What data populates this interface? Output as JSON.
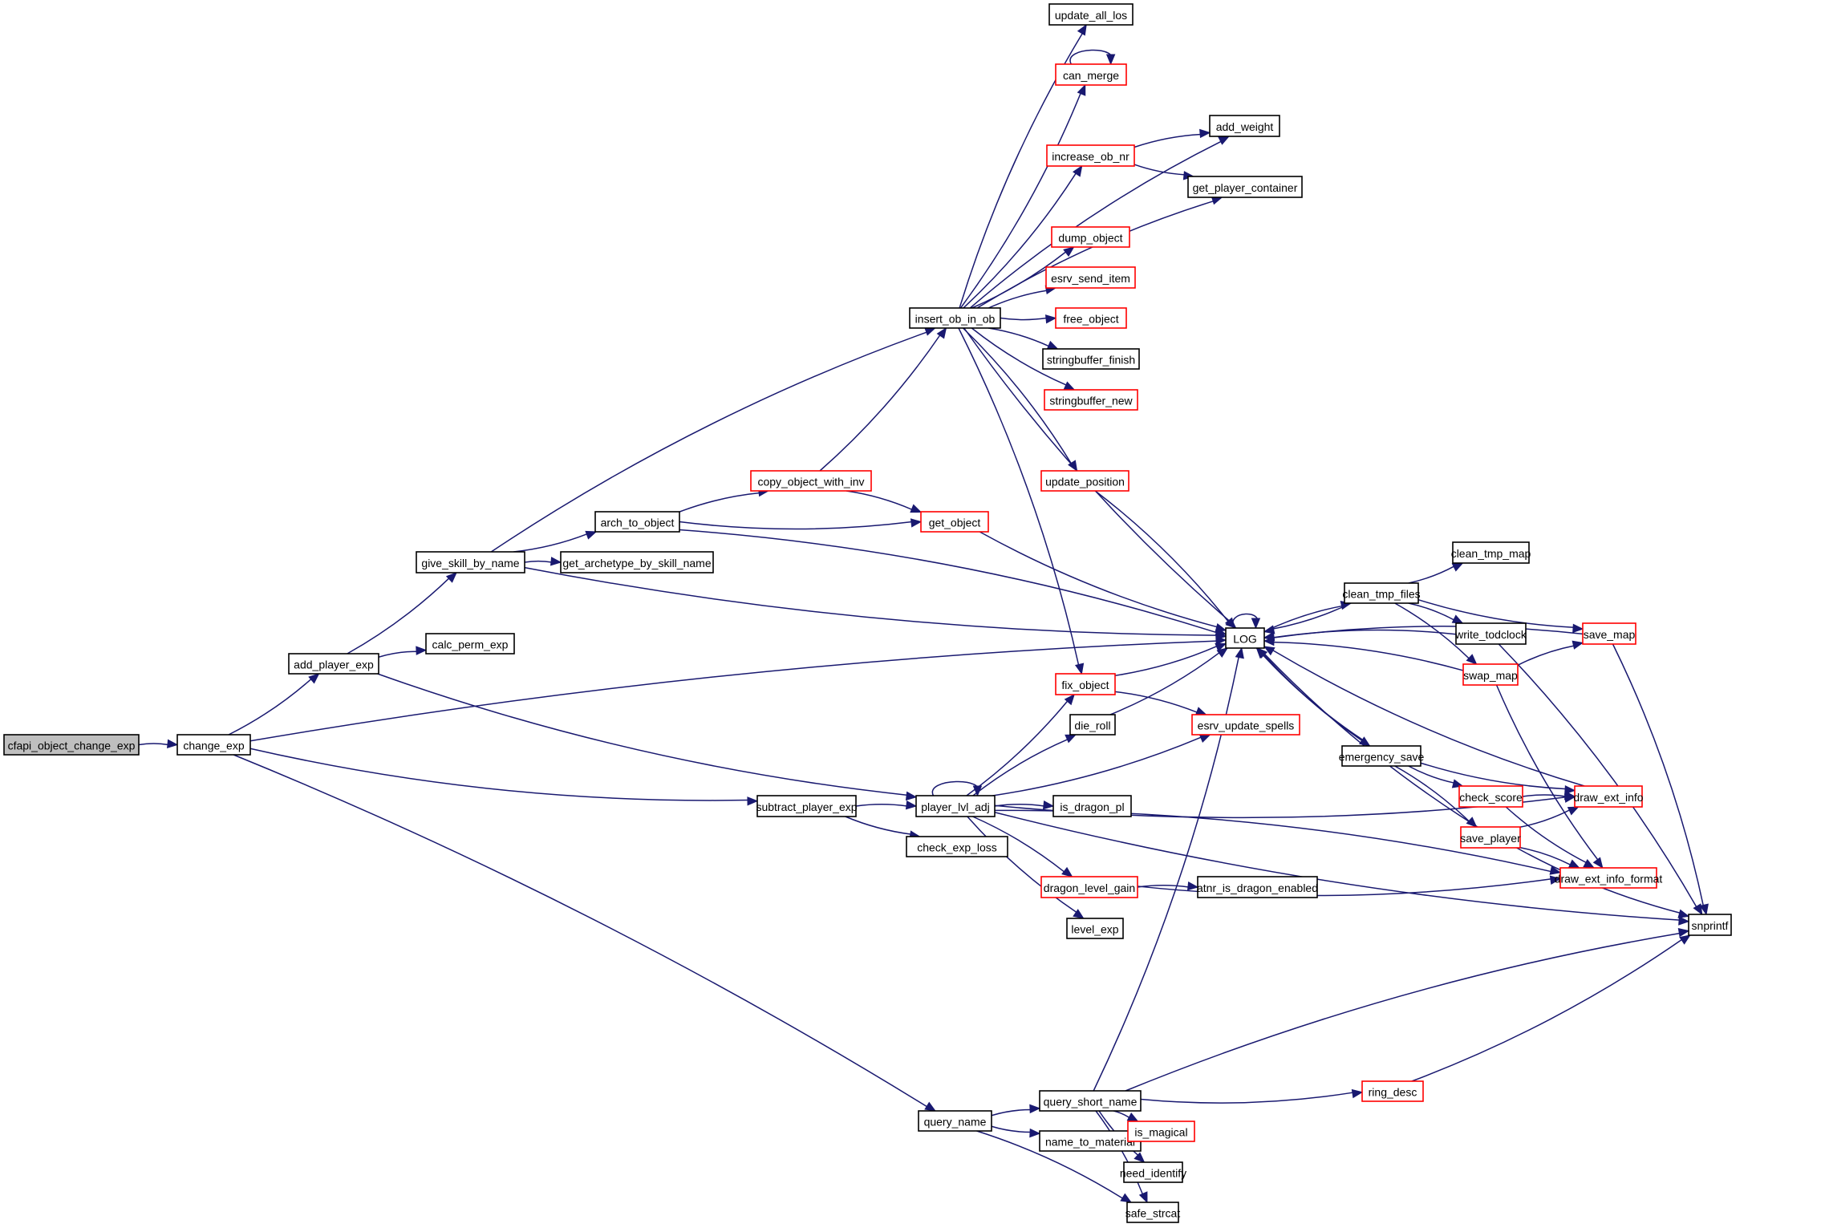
{
  "graph": {
    "type": "call-graph",
    "root": "cfapi_object_change_exp",
    "colors": {
      "edge": "#191970",
      "node_border": "#000000",
      "truncated_border": "#ff0000",
      "root_fill": "#bfbfbf",
      "node_fill": "#ffffff"
    },
    "nodes": [
      {
        "id": "cfapi_object_change_exp",
        "label": "cfapi_object_change_exp",
        "kind": "root"
      },
      {
        "id": "change_exp",
        "label": "change_exp",
        "kind": "normal"
      },
      {
        "id": "add_player_exp",
        "label": "add_player_exp",
        "kind": "normal"
      },
      {
        "id": "calc_perm_exp",
        "label": "calc_perm_exp",
        "kind": "normal"
      },
      {
        "id": "give_skill_by_name",
        "label": "give_skill_by_name",
        "kind": "normal"
      },
      {
        "id": "arch_to_object",
        "label": "arch_to_object",
        "kind": "normal"
      },
      {
        "id": "get_archetype_by_skill_name",
        "label": "get_archetype_by_skill_name",
        "kind": "normal"
      },
      {
        "id": "copy_object_with_inv",
        "label": "copy_object_with_inv",
        "kind": "truncated"
      },
      {
        "id": "get_object",
        "label": "get_object",
        "kind": "truncated"
      },
      {
        "id": "insert_ob_in_ob",
        "label": "insert_ob_in_ob",
        "kind": "normal"
      },
      {
        "id": "update_all_los",
        "label": "update_all_los",
        "kind": "normal"
      },
      {
        "id": "can_merge",
        "label": "can_merge",
        "kind": "truncated"
      },
      {
        "id": "add_weight",
        "label": "add_weight",
        "kind": "normal"
      },
      {
        "id": "increase_ob_nr",
        "label": "increase_ob_nr",
        "kind": "truncated"
      },
      {
        "id": "get_player_container",
        "label": "get_player_container",
        "kind": "normal"
      },
      {
        "id": "dump_object",
        "label": "dump_object",
        "kind": "truncated"
      },
      {
        "id": "esrv_send_item",
        "label": "esrv_send_item",
        "kind": "truncated"
      },
      {
        "id": "free_object",
        "label": "free_object",
        "kind": "truncated"
      },
      {
        "id": "stringbuffer_finish",
        "label": "stringbuffer_finish",
        "kind": "normal"
      },
      {
        "id": "stringbuffer_new",
        "label": "stringbuffer_new",
        "kind": "truncated"
      },
      {
        "id": "update_position",
        "label": "update_position",
        "kind": "truncated"
      },
      {
        "id": "LOG",
        "label": "LOG",
        "kind": "normal"
      },
      {
        "id": "fix_object",
        "label": "fix_object",
        "kind": "truncated"
      },
      {
        "id": "die_roll",
        "label": "die_roll",
        "kind": "normal"
      },
      {
        "id": "esrv_update_spells",
        "label": "esrv_update_spells",
        "kind": "truncated"
      },
      {
        "id": "subtract_player_exp",
        "label": "subtract_player_exp",
        "kind": "normal"
      },
      {
        "id": "player_lvl_adj",
        "label": "player_lvl_adj",
        "kind": "normal"
      },
      {
        "id": "is_dragon_pl",
        "label": "is_dragon_pl",
        "kind": "normal"
      },
      {
        "id": "check_exp_loss",
        "label": "check_exp_loss",
        "kind": "normal"
      },
      {
        "id": "dragon_level_gain",
        "label": "dragon_level_gain",
        "kind": "truncated"
      },
      {
        "id": "atnr_is_dragon_enabled",
        "label": "atnr_is_dragon_enabled",
        "kind": "normal"
      },
      {
        "id": "level_exp",
        "label": "level_exp",
        "kind": "normal"
      },
      {
        "id": "clean_tmp_map",
        "label": "clean_tmp_map",
        "kind": "normal"
      },
      {
        "id": "clean_tmp_files",
        "label": "clean_tmp_files",
        "kind": "normal"
      },
      {
        "id": "write_todclock",
        "label": "write_todclock",
        "kind": "normal"
      },
      {
        "id": "save_map",
        "label": "save_map",
        "kind": "truncated"
      },
      {
        "id": "swap_map",
        "label": "swap_map",
        "kind": "truncated"
      },
      {
        "id": "emergency_save",
        "label": "emergency_save",
        "kind": "normal"
      },
      {
        "id": "check_score",
        "label": "check_score",
        "kind": "truncated"
      },
      {
        "id": "draw_ext_info",
        "label": "draw_ext_info",
        "kind": "truncated"
      },
      {
        "id": "save_player",
        "label": "save_player",
        "kind": "truncated"
      },
      {
        "id": "draw_ext_info_format",
        "label": "draw_ext_info_format",
        "kind": "truncated"
      },
      {
        "id": "snprintf",
        "label": "snprintf",
        "kind": "normal"
      },
      {
        "id": "query_name",
        "label": "query_name",
        "kind": "normal"
      },
      {
        "id": "query_short_name",
        "label": "query_short_name",
        "kind": "normal"
      },
      {
        "id": "name_to_material",
        "label": "name_to_material",
        "kind": "normal"
      },
      {
        "id": "ring_desc",
        "label": "ring_desc",
        "kind": "truncated"
      },
      {
        "id": "is_magical",
        "label": "is_magical",
        "kind": "truncated"
      },
      {
        "id": "need_identify",
        "label": "need_identify",
        "kind": "normal"
      },
      {
        "id": "safe_strcat",
        "label": "safe_strcat",
        "kind": "normal"
      }
    ],
    "edges": [
      [
        "cfapi_object_change_exp",
        "change_exp"
      ],
      [
        "change_exp",
        "add_player_exp"
      ],
      [
        "change_exp",
        "LOG"
      ],
      [
        "change_exp",
        "subtract_player_exp"
      ],
      [
        "change_exp",
        "query_name"
      ],
      [
        "add_player_exp",
        "give_skill_by_name"
      ],
      [
        "add_player_exp",
        "calc_perm_exp"
      ],
      [
        "add_player_exp",
        "player_lvl_adj"
      ],
      [
        "give_skill_by_name",
        "insert_ob_in_ob"
      ],
      [
        "give_skill_by_name",
        "arch_to_object"
      ],
      [
        "give_skill_by_name",
        "get_archetype_by_skill_name"
      ],
      [
        "give_skill_by_name",
        "LOG"
      ],
      [
        "arch_to_object",
        "copy_object_with_inv"
      ],
      [
        "arch_to_object",
        "get_object"
      ],
      [
        "arch_to_object",
        "LOG"
      ],
      [
        "copy_object_with_inv",
        "insert_ob_in_ob"
      ],
      [
        "copy_object_with_inv",
        "get_object"
      ],
      [
        "get_object",
        "LOG"
      ],
      [
        "insert_ob_in_ob",
        "update_all_los"
      ],
      [
        "insert_ob_in_ob",
        "can_merge"
      ],
      [
        "insert_ob_in_ob",
        "add_weight"
      ],
      [
        "insert_ob_in_ob",
        "increase_ob_nr"
      ],
      [
        "insert_ob_in_ob",
        "get_player_container"
      ],
      [
        "insert_ob_in_ob",
        "dump_object"
      ],
      [
        "insert_ob_in_ob",
        "esrv_send_item"
      ],
      [
        "insert_ob_in_ob",
        "free_object"
      ],
      [
        "insert_ob_in_ob",
        "stringbuffer_finish"
      ],
      [
        "insert_ob_in_ob",
        "stringbuffer_new"
      ],
      [
        "insert_ob_in_ob",
        "update_position"
      ],
      [
        "insert_ob_in_ob",
        "LOG"
      ],
      [
        "insert_ob_in_ob",
        "fix_object"
      ],
      [
        "can_merge",
        "can_merge"
      ],
      [
        "increase_ob_nr",
        "add_weight"
      ],
      [
        "increase_ob_nr",
        "get_player_container"
      ],
      [
        "update_position",
        "LOG"
      ],
      [
        "LOG",
        "LOG"
      ],
      [
        "LOG",
        "clean_tmp_files"
      ],
      [
        "LOG",
        "emergency_save"
      ],
      [
        "clean_tmp_files",
        "LOG"
      ],
      [
        "clean_tmp_files",
        "clean_tmp_map"
      ],
      [
        "clean_tmp_files",
        "write_todclock"
      ],
      [
        "clean_tmp_files",
        "save_map"
      ],
      [
        "clean_tmp_files",
        "swap_map"
      ],
      [
        "write_todclock",
        "LOG"
      ],
      [
        "write_todclock",
        "snprintf"
      ],
      [
        "save_map",
        "LOG"
      ],
      [
        "save_map",
        "snprintf"
      ],
      [
        "swap_map",
        "LOG"
      ],
      [
        "swap_map",
        "save_map"
      ],
      [
        "swap_map",
        "draw_ext_info_format"
      ],
      [
        "emergency_save",
        "LOG"
      ],
      [
        "emergency_save",
        "check_score"
      ],
      [
        "emergency_save",
        "save_player"
      ],
      [
        "emergency_save",
        "draw_ext_info"
      ],
      [
        "check_score",
        "draw_ext_info"
      ],
      [
        "check_score",
        "draw_ext_info_format"
      ],
      [
        "save_player",
        "LOG"
      ],
      [
        "save_player",
        "draw_ext_info"
      ],
      [
        "save_player",
        "draw_ext_info_format"
      ],
      [
        "save_player",
        "snprintf"
      ],
      [
        "draw_ext_info",
        "LOG"
      ],
      [
        "fix_object",
        "LOG"
      ],
      [
        "fix_object",
        "esrv_update_spells"
      ],
      [
        "die_roll",
        "LOG"
      ],
      [
        "subtract_player_exp",
        "player_lvl_adj"
      ],
      [
        "subtract_player_exp",
        "check_exp_loss"
      ],
      [
        "player_lvl_adj",
        "player_lvl_adj"
      ],
      [
        "player_lvl_adj",
        "fix_object"
      ],
      [
        "player_lvl_adj",
        "die_roll"
      ],
      [
        "player_lvl_adj",
        "esrv_update_spells"
      ],
      [
        "player_lvl_adj",
        "is_dragon_pl"
      ],
      [
        "player_lvl_adj",
        "draw_ext_info"
      ],
      [
        "player_lvl_adj",
        "dragon_level_gain"
      ],
      [
        "player_lvl_adj",
        "level_exp"
      ],
      [
        "player_lvl_adj",
        "draw_ext_info_format"
      ],
      [
        "player_lvl_adj",
        "snprintf"
      ],
      [
        "dragon_level_gain",
        "atnr_is_dragon_enabled"
      ],
      [
        "dragon_level_gain",
        "draw_ext_info_format"
      ],
      [
        "query_name",
        "query_short_name"
      ],
      [
        "query_name",
        "name_to_material"
      ],
      [
        "query_name",
        "safe_strcat"
      ],
      [
        "query_short_name",
        "LOG"
      ],
      [
        "query_short_name",
        "snprintf"
      ],
      [
        "query_short_name",
        "ring_desc"
      ],
      [
        "query_short_name",
        "is_magical"
      ],
      [
        "query_short_name",
        "need_identify"
      ],
      [
        "query_short_name",
        "safe_strcat"
      ],
      [
        "ring_desc",
        "snprintf"
      ]
    ]
  }
}
